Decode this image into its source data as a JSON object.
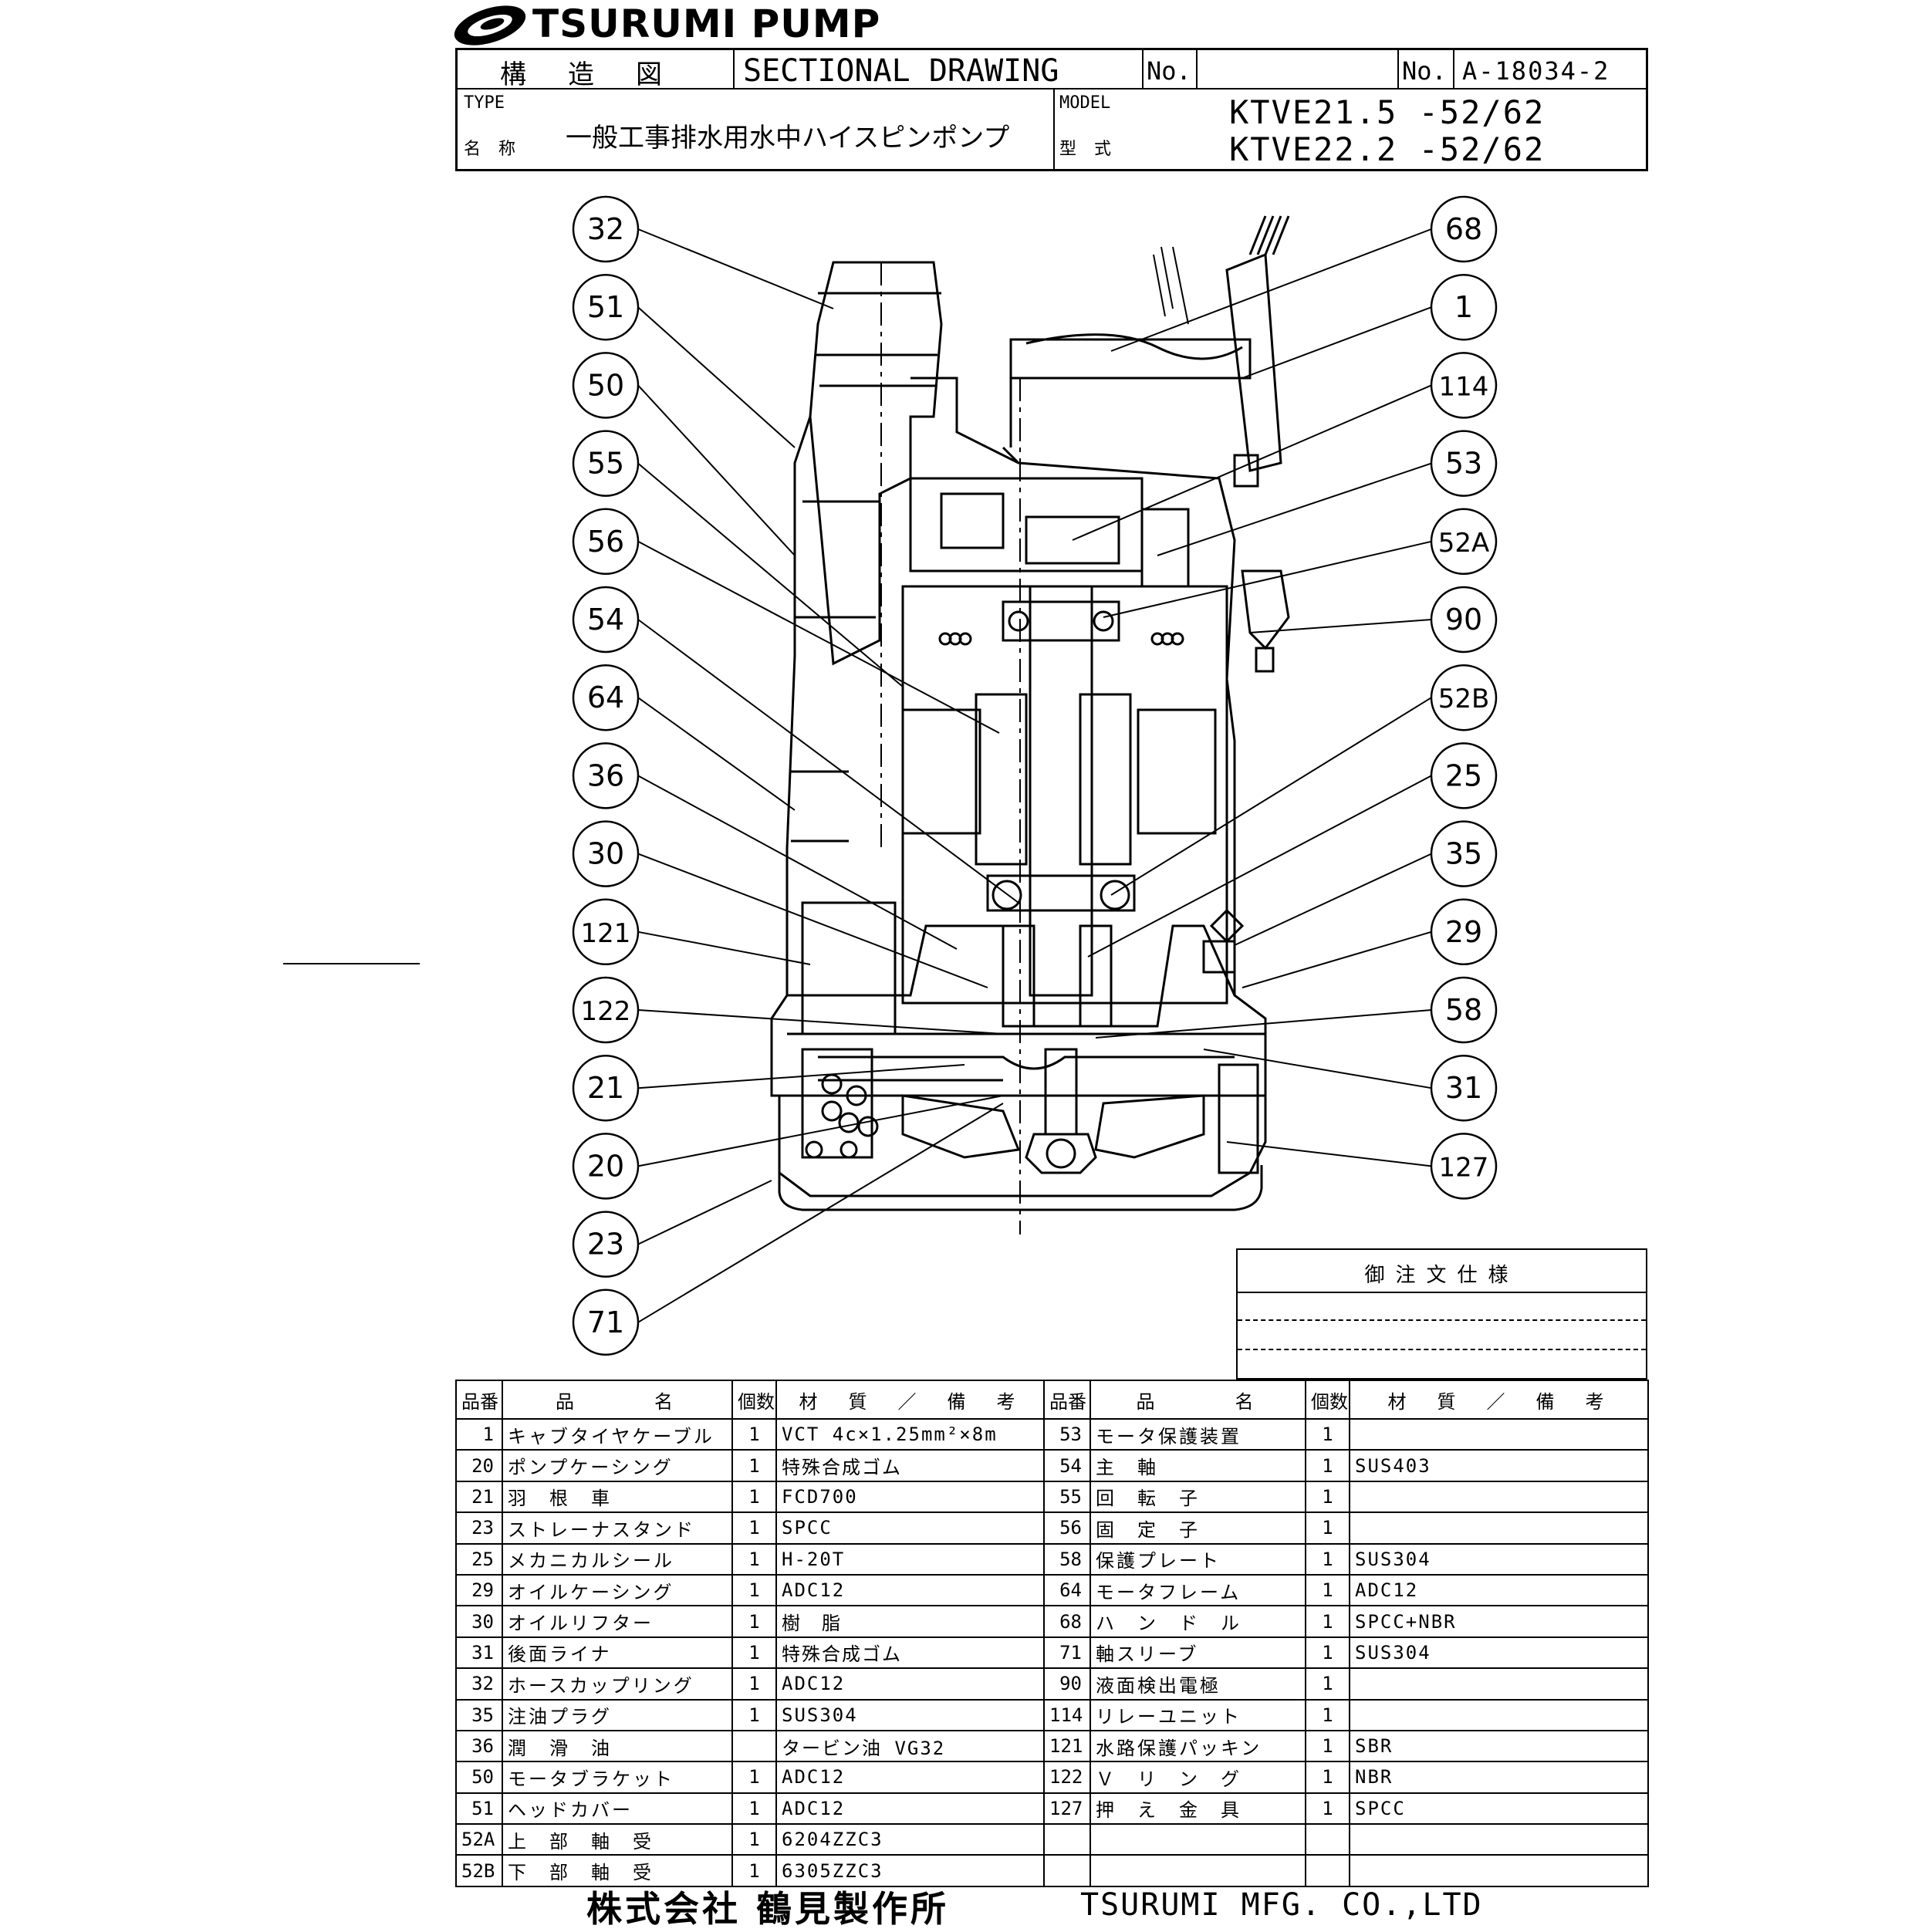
{
  "brand": {
    "name": "TSURUMI PUMP"
  },
  "header": {
    "title_jp": "構　造　図",
    "title_en": "SECTIONAL DRAWING",
    "no_label": "No.",
    "no_label2": "No.",
    "doc_no": "A-18034-2",
    "type_label": "TYPE",
    "name_label": "名 称",
    "type_value": "一般工事排水用水中ハイスピンポンプ",
    "model_label": "MODEL",
    "model_label_jp": "型 式",
    "model_1": "KTVE21.5 -52/62",
    "model_2": "KTVE22.2 -52/62"
  },
  "callouts": {
    "left": [
      "32",
      "51",
      "50",
      "55",
      "56",
      "54",
      "64",
      "36",
      "30",
      "121",
      "122",
      "21",
      "20",
      "23",
      "71"
    ],
    "right": [
      "68",
      "1",
      "114",
      "53",
      "52A",
      "90",
      "52B",
      "25",
      "35",
      "29",
      "58",
      "31",
      "127"
    ]
  },
  "order_spec": {
    "title": "御注文仕様"
  },
  "parts_header": {
    "no": "品番",
    "name": "品　　　名",
    "qty": "個数",
    "material": "材　質　／　備　考"
  },
  "parts_left": [
    {
      "no": "1",
      "name": "キャブタイヤケーブル",
      "qty": "1",
      "material": "VCT 4c×1.25mm²×8m"
    },
    {
      "no": "20",
      "name": "ポンプケーシング",
      "qty": "1",
      "material": "特殊合成ゴム"
    },
    {
      "no": "21",
      "name": "羽　根　車",
      "qty": "1",
      "material": "FCD700"
    },
    {
      "no": "23",
      "name": "ストレーナスタンド",
      "qty": "1",
      "material": "SPCC"
    },
    {
      "no": "25",
      "name": "メカニカルシール",
      "qty": "1",
      "material": "H-20T"
    },
    {
      "no": "29",
      "name": "オイルケーシング",
      "qty": "1",
      "material": "ADC12"
    },
    {
      "no": "30",
      "name": "オイルリフター",
      "qty": "1",
      "material": "樹　脂"
    },
    {
      "no": "31",
      "name": "後面ライナ",
      "qty": "1",
      "material": "特殊合成ゴム"
    },
    {
      "no": "32",
      "name": "ホースカップリング",
      "qty": "1",
      "material": "ADC12"
    },
    {
      "no": "35",
      "name": "注油プラグ",
      "qty": "1",
      "material": "SUS304"
    },
    {
      "no": "36",
      "name": "潤　滑　油",
      "qty": "",
      "material": "タービン油 VG32"
    },
    {
      "no": "50",
      "name": "モータブラケット",
      "qty": "1",
      "material": "ADC12"
    },
    {
      "no": "51",
      "name": "ヘッドカバー",
      "qty": "1",
      "material": "ADC12"
    },
    {
      "no": "52A",
      "name": "上　部　軸　受",
      "qty": "1",
      "material": "6204ZZC3"
    },
    {
      "no": "52B",
      "name": "下　部　軸　受",
      "qty": "1",
      "material": "6305ZZC3"
    }
  ],
  "parts_right": [
    {
      "no": "53",
      "name": "モータ保護装置",
      "qty": "1",
      "material": ""
    },
    {
      "no": "54",
      "name": "主　軸",
      "qty": "1",
      "material": "SUS403"
    },
    {
      "no": "55",
      "name": "回　転　子",
      "qty": "1",
      "material": ""
    },
    {
      "no": "56",
      "name": "固　定　子",
      "qty": "1",
      "material": ""
    },
    {
      "no": "58",
      "name": "保護プレート",
      "qty": "1",
      "material": "SUS304"
    },
    {
      "no": "64",
      "name": "モータフレーム",
      "qty": "1",
      "material": "ADC12"
    },
    {
      "no": "68",
      "name": "ハ　ン　ド　ル",
      "qty": "1",
      "material": "SPCC+NBR"
    },
    {
      "no": "71",
      "name": "軸スリーブ",
      "qty": "1",
      "material": "SUS304"
    },
    {
      "no": "90",
      "name": "液面検出電極",
      "qty": "1",
      "material": ""
    },
    {
      "no": "114",
      "name": "リレーユニット",
      "qty": "1",
      "material": ""
    },
    {
      "no": "121",
      "name": "水路保護パッキン",
      "qty": "1",
      "material": "SBR"
    },
    {
      "no": "122",
      "name": "Ｖ　リ　ン　グ",
      "qty": "1",
      "material": "NBR"
    },
    {
      "no": "127",
      "name": "押　え　金　具",
      "qty": "1",
      "material": "SPCC"
    },
    {
      "no": "",
      "name": "",
      "qty": "",
      "material": ""
    },
    {
      "no": "",
      "name": "",
      "qty": "",
      "material": ""
    }
  ],
  "footer": {
    "company_jp": "株式会社 鶴見製作所",
    "company_en": "TSURUMI MFG. CO.,LTD"
  }
}
